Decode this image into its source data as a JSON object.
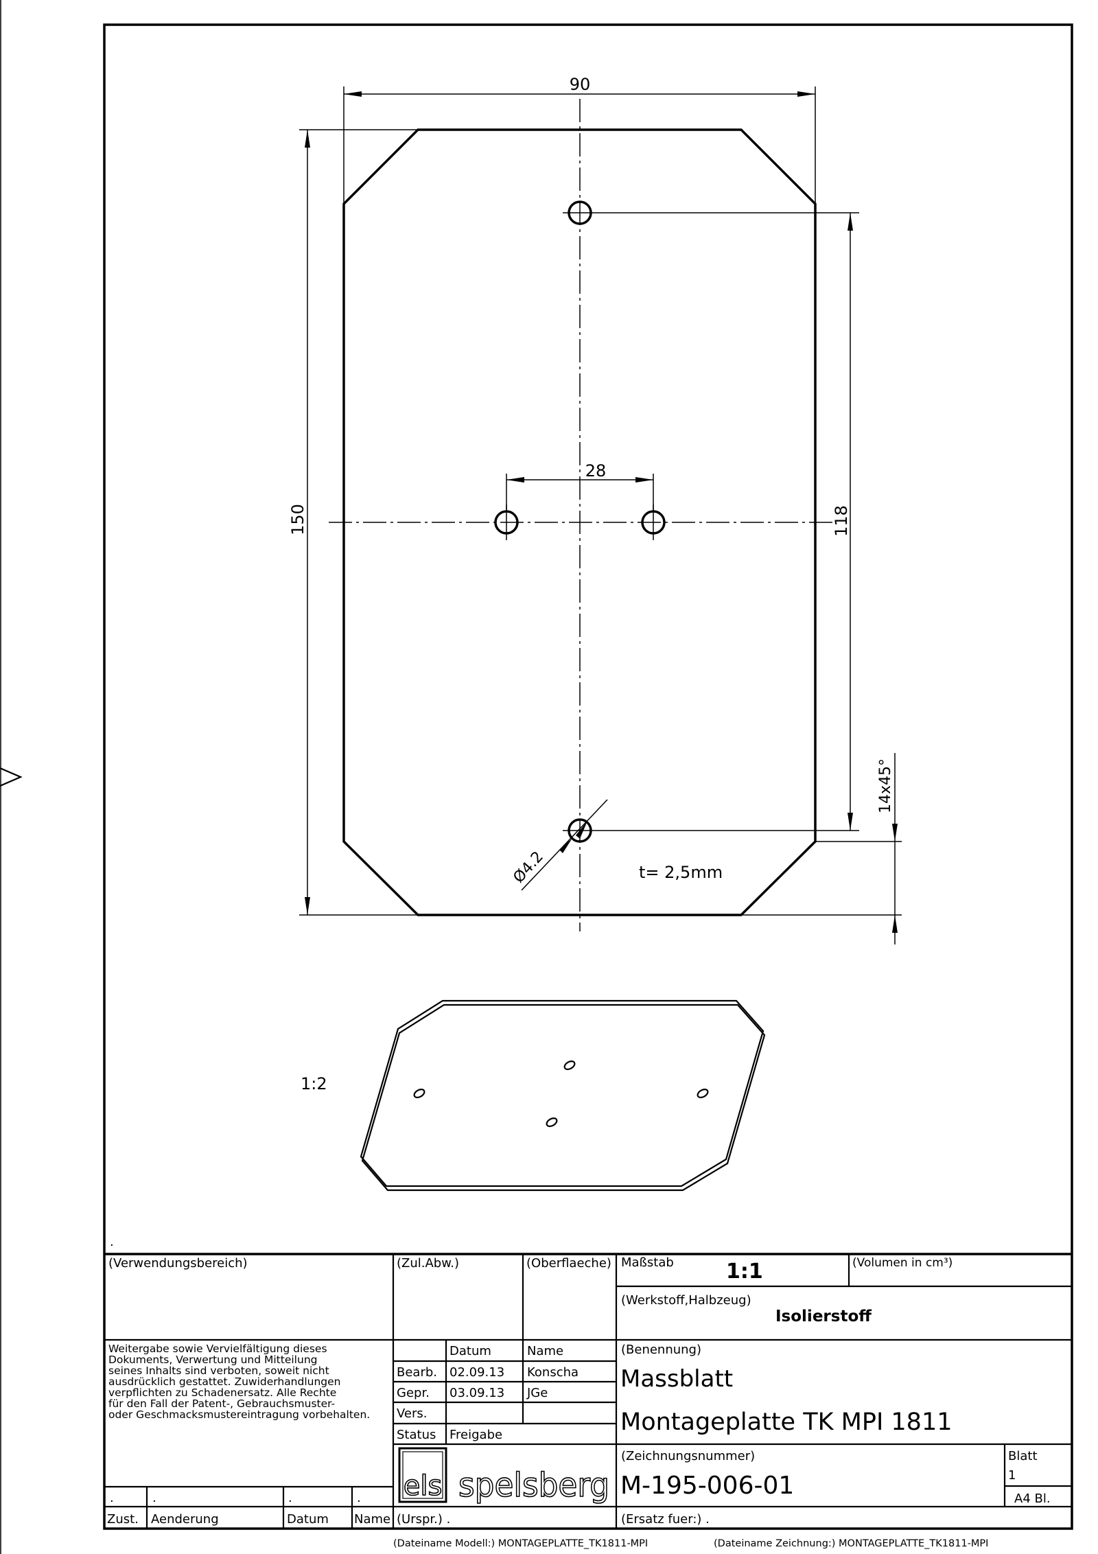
{
  "drawing": {
    "dim_width": "90",
    "dim_height": "150",
    "dim_hole_spacing_vertical": "118",
    "dim_hole_spacing_horizontal": "28",
    "dim_chamfer": "14x45°",
    "dim_hole_diameter": "Ø4.2",
    "thickness_note": "t=  2,5mm",
    "iso_view_scale": "1:2"
  },
  "title_block": {
    "corner_dot": ".",
    "usage_label": "(Verwendungsbereich)",
    "tolerance_label": "(Zul.Abw.)",
    "surface_label": "(Oberflaeche)",
    "scale_label": "Maßstab",
    "scale_value": "1:1",
    "volume_label": "(Volumen in cm³)",
    "material_label": "(Werkstoff,Halbzeug)",
    "material_value": "Isolierstoff",
    "designation_label": "(Benennung)",
    "designation_line1": "Massblatt",
    "designation_line2": "Montageplatte TK MPI 1811",
    "drawing_number_label": "(Zeichnungsnummer)",
    "drawing_number": "M-195-006-01",
    "sheet_label": "Blatt",
    "sheet_value": "1",
    "format": "A4  Bl.",
    "replaces_label": "(Ersatz fuer:)  .",
    "origin_label": "(Urspr.) .",
    "disclaimer": [
      "Weitergabe sowie Vervielfältigung dieses",
      "Dokuments, Verwertung und Mitteilung",
      "seines Inhalts sind verboten, soweit nicht",
      "ausdrücklich gestattet. Zuwiderhandlungen",
      "verpflichten zu Schadenersatz. Alle Rechte",
      "für den Fall der Patent-, Gebrauchsmuster-",
      "oder Geschmacksmustereintragung vorbehalten."
    ],
    "approval": {
      "header_date": "Datum",
      "header_name": "Name",
      "rows": [
        {
          "role": "Bearb.",
          "date": "02.09.13",
          "name": "Konscha"
        },
        {
          "role": "Gepr.",
          "date": "03.09.13",
          "name": "JGe"
        },
        {
          "role": "Vers.",
          "date": "",
          "name": ""
        }
      ],
      "status_label": "Status",
      "status_value": "Freigabe"
    },
    "revision": {
      "dots": [
        ".",
        ".",
        ".",
        "."
      ],
      "headers": [
        "Zust.",
        "Aenderung",
        "Datum",
        "Name"
      ]
    },
    "logo": {
      "mark": "els",
      "company": "spelsberg"
    }
  },
  "footer": {
    "model_file": "(Dateiname Modell:) MONTAGEPLATTE_TK1811-MPI",
    "drawing_file": "(Dateiname Zeichnung:) MONTAGEPLATTE_TK1811-MPI"
  }
}
